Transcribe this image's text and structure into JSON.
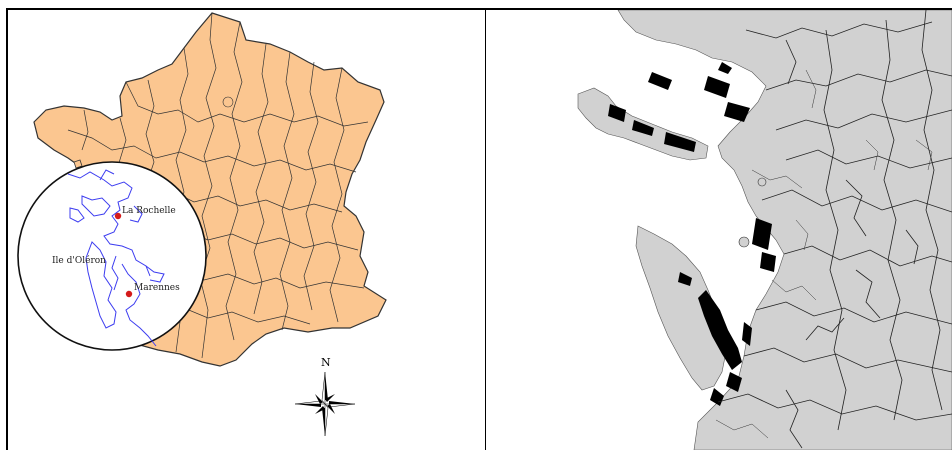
{
  "left_map": {
    "france_fill": "#fbc690",
    "border_color": "#333333",
    "inset": {
      "places": [
        {
          "label": "La Rochelle"
        },
        {
          "label": "Ile d'Oléron"
        },
        {
          "label": "Marennes"
        }
      ],
      "coast_color": "#3d3df0",
      "marker_color": "#d41a1a"
    },
    "compass": {
      "north_label": "N"
    }
  },
  "right_map": {
    "land_fill": "#d1d1d1",
    "river_color": "#222222",
    "zone_color": "#000000"
  }
}
